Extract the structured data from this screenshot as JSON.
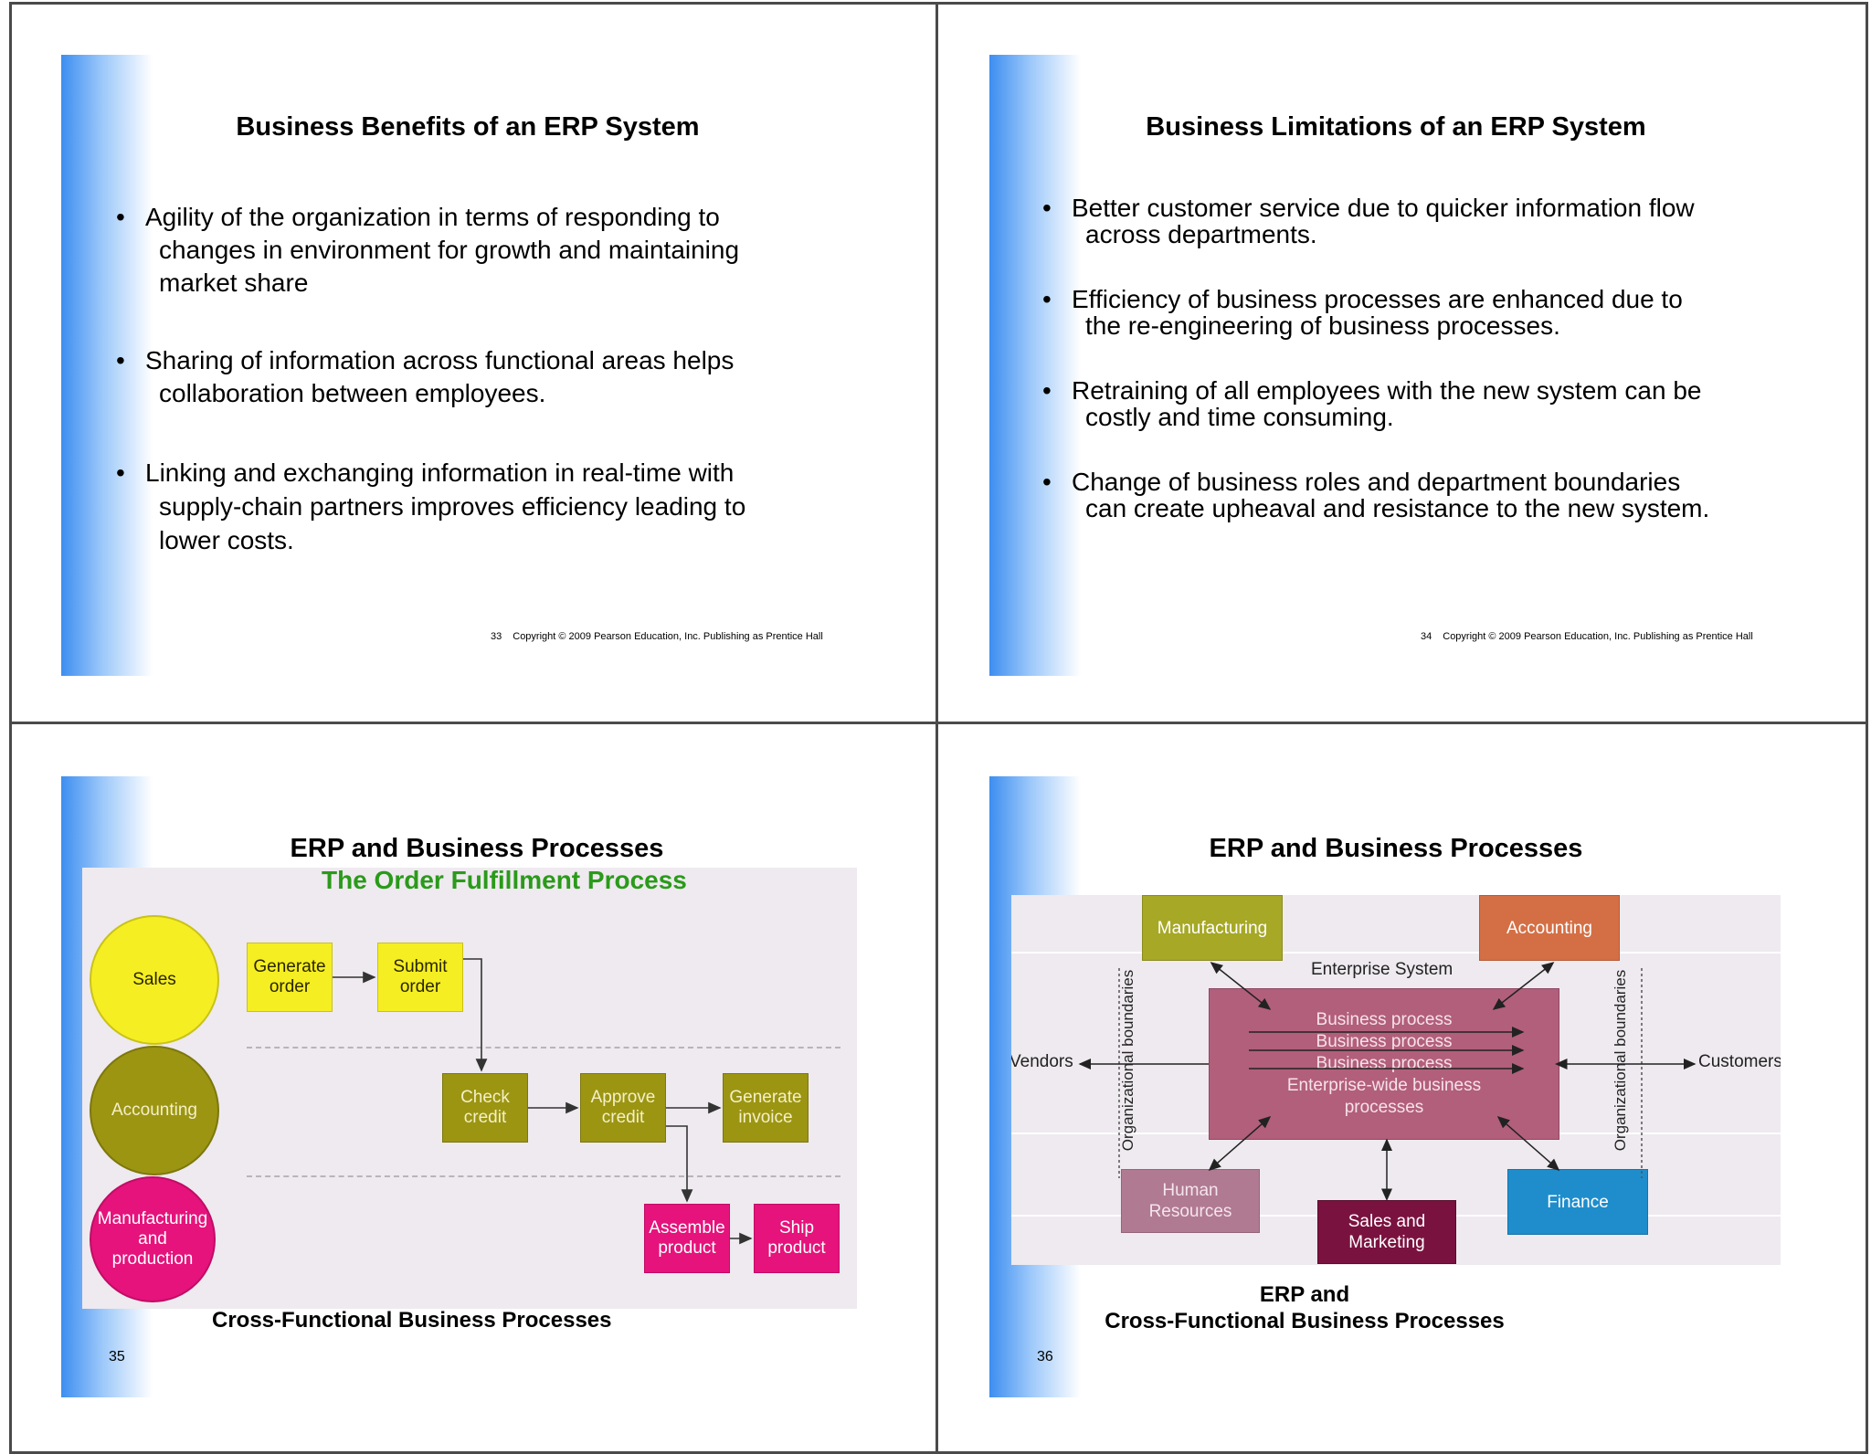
{
  "slides": [
    {
      "title": "Business Benefits of an ERP System",
      "bullets": [
        [
          "Agility of the organization in terms of responding to",
          "changes in environment for growth and maintaining",
          "market share"
        ],
        [
          "Sharing of information across functional areas helps",
          "collaboration between employees."
        ],
        [
          "Linking and exchanging information in real-time with",
          "supply-chain partners improves efficiency leading to",
          "lower costs."
        ]
      ],
      "number": "33",
      "copyright": "Copyright © 2009 Pearson Education, Inc. Publishing as Prentice Hall"
    },
    {
      "title": "Business Limitations of an ERP System",
      "bullets": [
        [
          "Better customer service due to quicker information flow",
          "across departments."
        ],
        [
          "Efficiency of business processes are enhanced due to",
          "the re-engineering of business processes."
        ],
        [
          "Retraining of all employees with the new system can be",
          "costly and time consuming."
        ],
        [
          "Change of business roles and department boundaries",
          "can create upheaval and resistance to the new system."
        ]
      ],
      "number": "34",
      "copyright": "Copyright © 2009 Pearson Education, Inc. Publishing as Prentice Hall"
    },
    {
      "title": "ERP and Business Processes",
      "diagram_title": "The Order Fulfillment Process",
      "lanes": [
        "Sales",
        "Accounting",
        "Manufacturing and production"
      ],
      "steps": {
        "generate_order": "Generate order",
        "submit_order": "Submit order",
        "check_credit": "Check credit",
        "approve_credit": "Approve credit",
        "generate_invoice": "Generate invoice",
        "assemble_product": "Assemble product",
        "ship_product": "Ship product"
      },
      "caption": "Cross-Functional Business Processes",
      "number": "35"
    },
    {
      "title": "ERP and Business Processes",
      "departments": {
        "manufacturing": "Manufacturing",
        "accounting": "Accounting",
        "human_resources": "Human Resources",
        "sales_marketing": "Sales and Marketing",
        "finance": "Finance"
      },
      "enterprise_system": "Enterprise System",
      "processes": [
        "Business process",
        "Business process",
        "Business process",
        "Enterprise-wide business processes"
      ],
      "vendors": "Vendors",
      "customers": "Customers",
      "boundary_label": "Organizational boundaries",
      "caption": [
        "ERP and",
        "Cross-Functional Business Processes"
      ],
      "number": "36"
    }
  ],
  "colors": {
    "yellow": "#f5ee22",
    "olive": "#9c9512",
    "magenta": "#e5137b",
    "manufacturing": "#a6a826",
    "accounting": "#d46f45",
    "enterprise": "#b25f7b",
    "hr": "#b07a92",
    "sales_marketing": "#7a1240",
    "finance": "#1f8dcc"
  }
}
